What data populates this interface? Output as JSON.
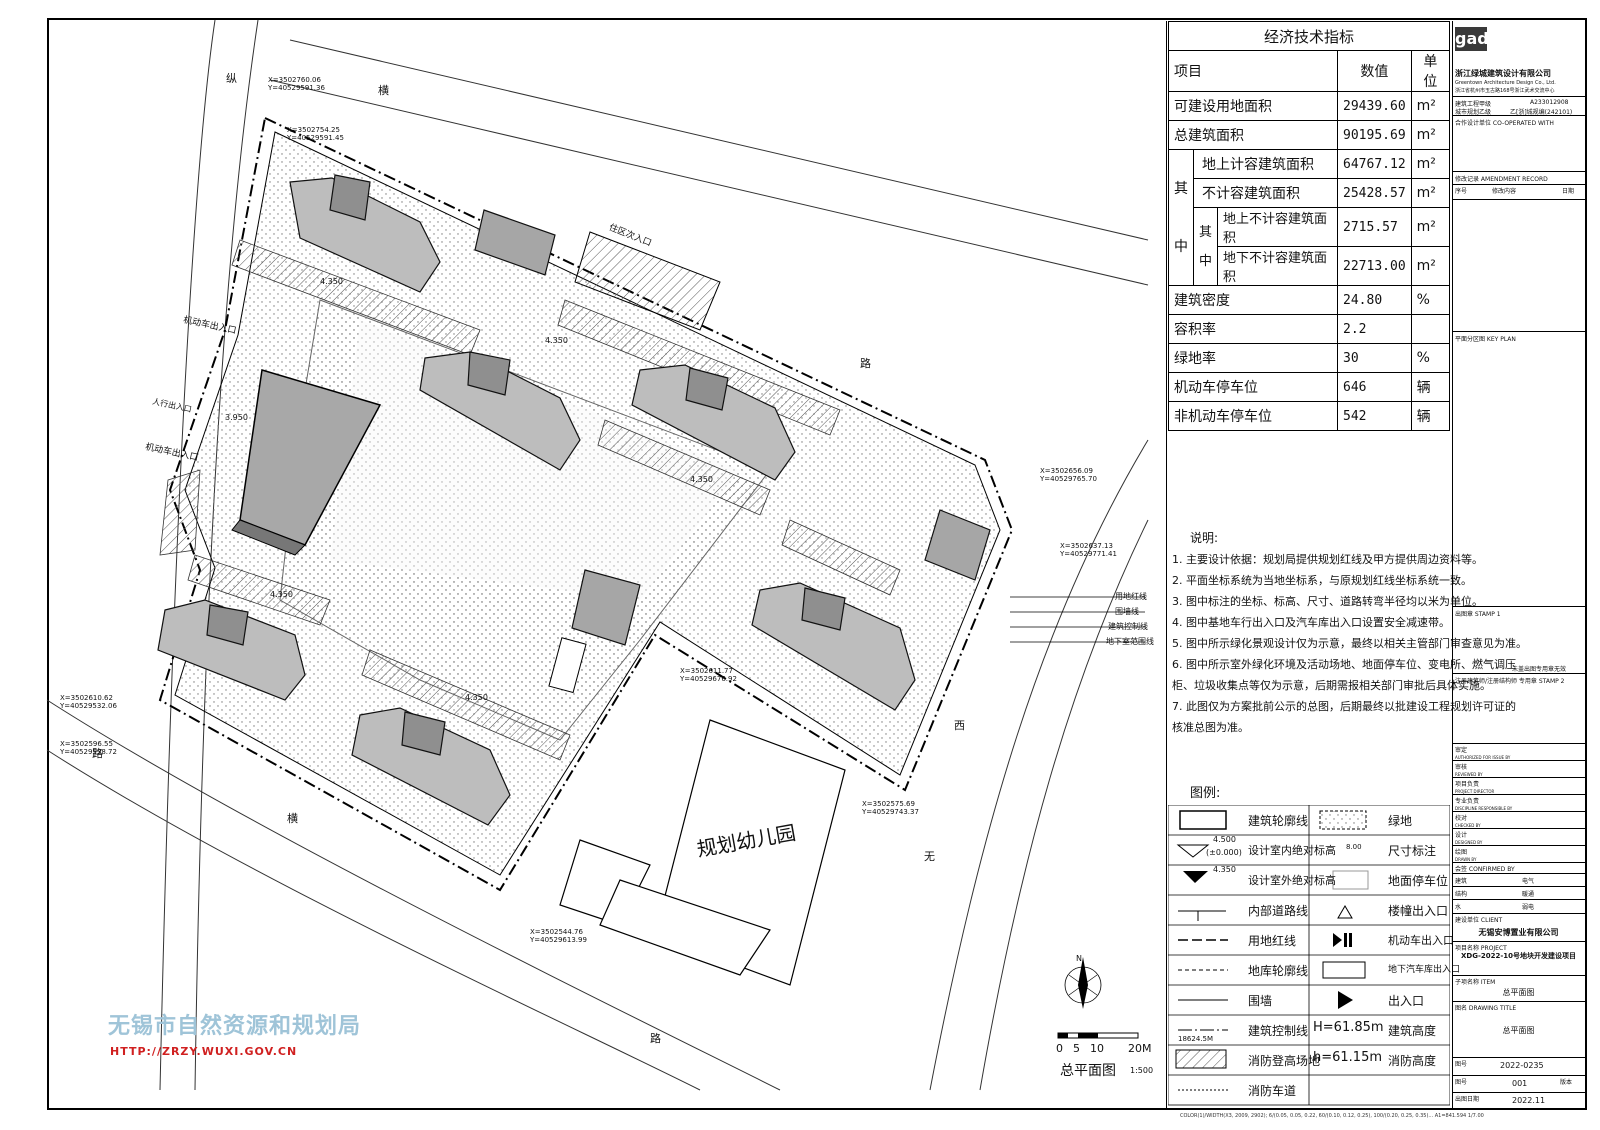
{
  "econ": {
    "title": "经济技术指标",
    "header": {
      "item": "项目",
      "value": "数值",
      "unit": "单位"
    },
    "rows": [
      {
        "label": "可建设用地面积",
        "value": "29439.60",
        "unit": "m²"
      },
      {
        "label": "总建筑面积",
        "value": "90195.69",
        "unit": "m²"
      },
      {
        "label": "地上计容建筑面积",
        "value": "64767.12",
        "unit": "m²"
      },
      {
        "label": "不计容建筑面积",
        "value": "25428.57",
        "unit": "m²"
      },
      {
        "label": "地上不计容建筑面积",
        "value": "2715.57",
        "unit": "m²"
      },
      {
        "label": "地下不计容建筑面积",
        "value": "22713.00",
        "unit": "m²"
      },
      {
        "label": "建筑密度",
        "value": "24.80",
        "unit": "%"
      },
      {
        "label": "容积率",
        "value": "2.2",
        "unit": ""
      },
      {
        "label": "绿地率",
        "value": "30",
        "unit": "%"
      },
      {
        "label": "机动车停车位",
        "value": "646",
        "unit": "辆"
      },
      {
        "label": "非机动车停车位",
        "value": "542",
        "unit": "辆"
      }
    ],
    "group_qi": "其",
    "group_zhong": "中"
  },
  "notes": {
    "title": "说明:",
    "items": [
      "1. 主要设计依据：规划局提供规划红线及甲方提供周边资料等。",
      "2. 平面坐标系统为当地坐标系，与原规划红线坐标系统一致。",
      "3. 图中标注的坐标、标高、尺寸、道路转弯半径均以米为单位。",
      "4. 图中基地车行出入口及汽车库出入口设置安全减速带。",
      "5. 图中所示绿化景观设计仅为示意，最终以相关主管部门审查意见为准。",
      "6. 图中所示室外绿化环境及活动场地、地面停车位、变电所、燃气调压",
      "   柜、垃圾收集点等仅为示意，后期需报相关部门审批后具体实施。",
      "7. 此图仅为方案批前公示的总图，后期最终以批建设工程规划许可证的",
      "   核准总图为准。"
    ]
  },
  "legend": {
    "title": "图例:",
    "items": [
      {
        "label": "建筑轮廓线",
        "label2": "绿地"
      },
      {
        "label": "设计室内绝对标高",
        "label2": "尺寸标注",
        "sample": "4.500",
        "sample2": "(±0.000)",
        "dim": "8.00"
      },
      {
        "label": "设计室外绝对标高",
        "label2": "地面停车位",
        "sample": "4.350"
      },
      {
        "label": "内部道路线",
        "label2": "楼幢出入口"
      },
      {
        "label": "用地红线",
        "label2": "机动车出入口"
      },
      {
        "label": "地库轮廓线",
        "label2": "地下汽车库出入口"
      },
      {
        "label": "围墙",
        "label2": "出入口"
      },
      {
        "label": "建筑控制线",
        "label2": "建筑高度",
        "sample": "18624.5M",
        "h1": "H=61.85m"
      },
      {
        "label": "消防登高场地",
        "label2": "消防高度",
        "h2": "h=61.15m"
      },
      {
        "label": "消防车道",
        "label2": ""
      }
    ]
  },
  "titleblock": {
    "logo": "gad",
    "company": "浙江绿城建筑设计有限公司",
    "company_en": "Greentown Architecture Design Co., Ltd.",
    "address": "浙江省杭州市玉古路168号浙江武术交流中心",
    "cert1_label": "建筑工程甲级",
    "cert1": "A233012908",
    "cert2_label": "城市规划乙级",
    "cert2": "乙[浙]城规编(242101)",
    "coop": "合作设计单位 CO-OPERATED WITH",
    "rev_title": "修改记录 AMENDMENT RECORD",
    "rev_cols": [
      "序号",
      "修改内容",
      "日期"
    ],
    "keyplan": "平面分区图 KEY PLAN",
    "stamp1": "出图章 STAMP 1",
    "stamp_note": "未盖出图专用章无效",
    "stamp2": "注册建筑师/注册结构师 专用章 STAMP 2",
    "roles": [
      "审定",
      "审核",
      "项目负责",
      "专业负责",
      "校对",
      "设计",
      "绘图"
    ],
    "roles_en": [
      "AUTHORIZED FOR ISSUE BY",
      "REVIEWED BY",
      "PROJECT DIRECTOR",
      "DISCIPLINE RESPONSIBLE BY",
      "CHECKED BY",
      "DESIGNED BY",
      "DRAWN BY"
    ],
    "confirm": "会签 CONFIRMED BY",
    "confirm_rows": [
      "建筑",
      "电气",
      "结构",
      "暖通",
      "水",
      "弱电"
    ],
    "client_label": "建设单位 CLIENT",
    "client": "无锡安博置业有限公司",
    "project_label": "项目名称 PROJECT",
    "project": "XDG-2022-10号地块开发建设项目",
    "item_label": "子项名称 ITEM",
    "item": "总平面图",
    "drawing_label": "图名 DRAWING TITLE",
    "drawing": "总平面图",
    "projno_label": "图号",
    "projno": "2022-0235",
    "drawno_label": "图号",
    "drawno": "001",
    "ver_label": "版本",
    "date_label": "出图日期",
    "date": "2022.11"
  },
  "plan": {
    "kindergarten": "规划幼儿园",
    "title": "总平面图",
    "scale": "1:500",
    "scale_ticks": [
      "0",
      "5",
      "10",
      "20M"
    ],
    "north": "N",
    "labels": {
      "entry_resident": "住区次入口",
      "entry_vehicle": "机动车出入口",
      "entry_vehicle2": "机动车出入口",
      "entry_people": "人行出入口",
      "line_red": "用地红线",
      "line_wall": "围墙线",
      "line_control": "建筑控制线",
      "line_basement": "地下室范围线",
      "road_left": "纵",
      "road_top": "横",
      "road_right": "路",
      "road_bottom": "路",
      "road_ew": "西",
      "road_wu": "无",
      "road_heng2": "横",
      "road_lu2": "路"
    },
    "elevations": [
      "4.350",
      "4.350",
      "4.350",
      "4.350",
      "4.350",
      "3.950"
    ],
    "coords": [
      "X=3502760.06",
      "Y=40529591.36",
      "X=3502754.25",
      "Y=40529591.45",
      "X=3502656.09",
      "Y=40529765.70",
      "X=3502637.13",
      "Y=40529771.41",
      "X=3502610.62",
      "Y=40529532.06",
      "X=3502596.55",
      "Y=40529538.72",
      "X=3502575.69",
      "Y=40529743.37",
      "X=3502544.76",
      "Y=40529613.99",
      "X=3502611.77",
      "Y=40529676.92"
    ]
  },
  "bureau": {
    "name": "无锡市自然资源和规划局",
    "url": "HTTP://ZRZY.WUXI.GOV.CN"
  },
  "footer": "COLOR(1)/WIDTH(X3, 2009, 2902); 6/(0.05, 0.05, 0.22, 60/(0.10, 0.12, 0.25), 100/(0.20, 0.25, 0.35)... A1=841.594 1/7.00"
}
